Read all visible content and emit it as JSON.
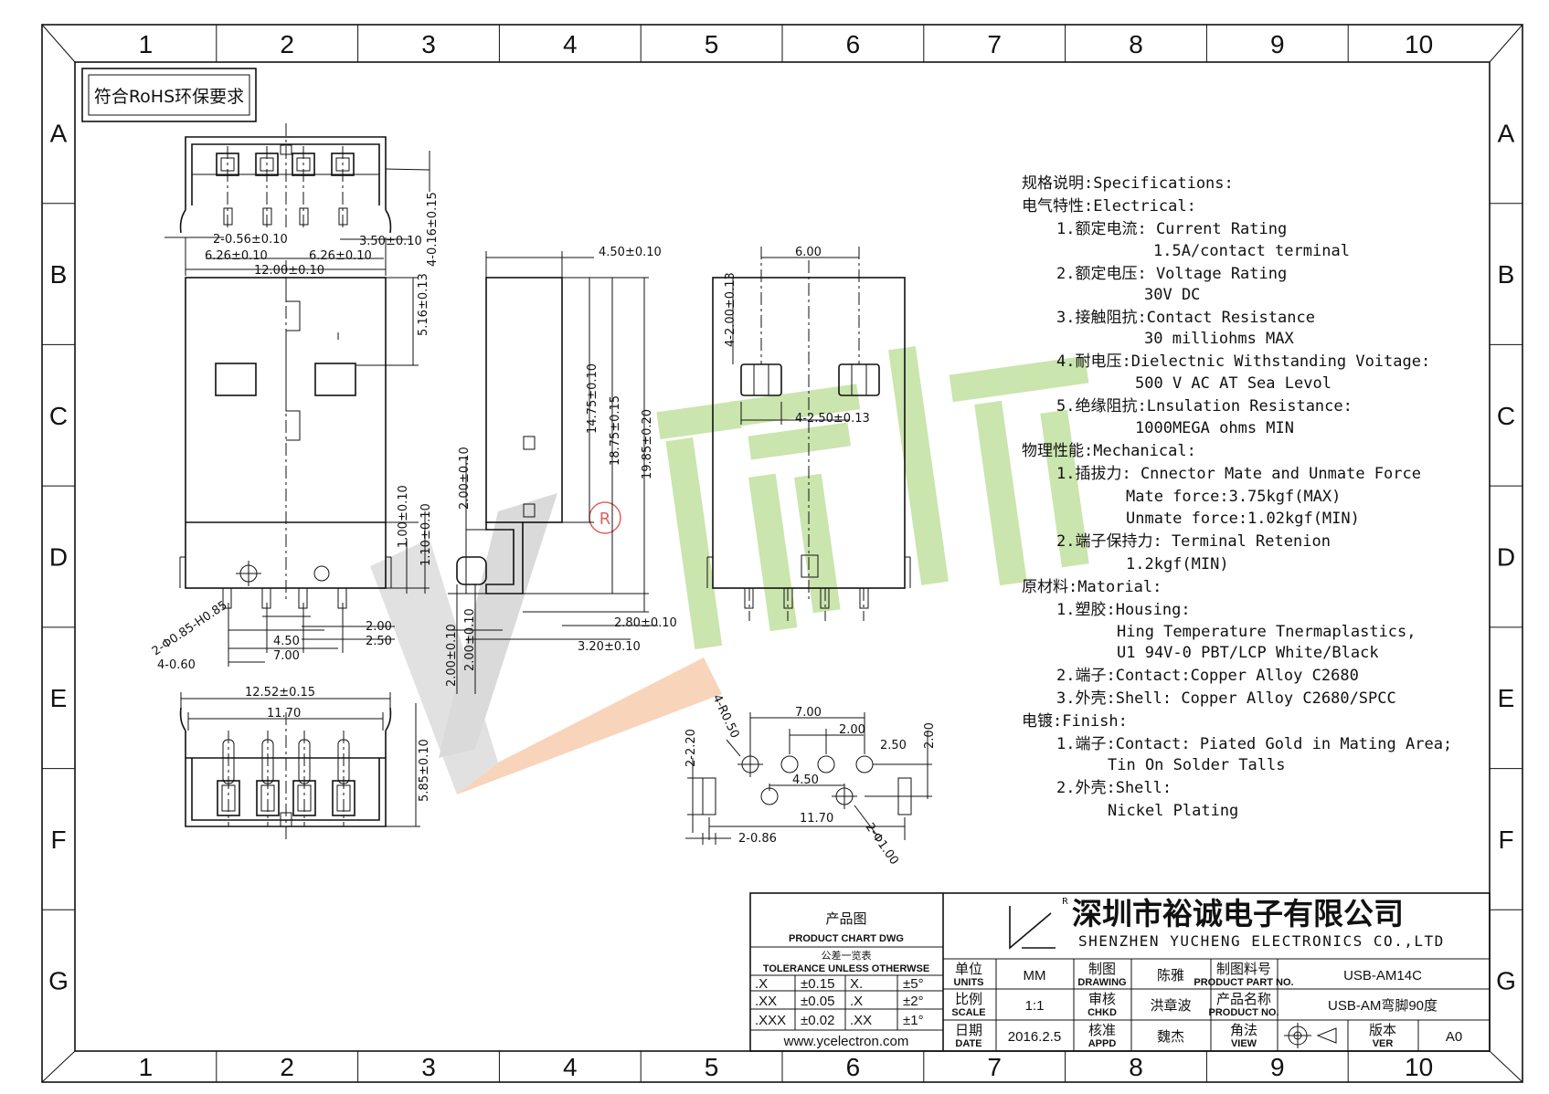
{
  "border": {
    "columns": [
      "1",
      "2",
      "3",
      "4",
      "5",
      "6",
      "7",
      "8",
      "9",
      "10"
    ],
    "rows": [
      "A",
      "B",
      "C",
      "D",
      "E",
      "F",
      "G"
    ]
  },
  "rohs_note": "符合RoHS环保要求",
  "dimensions": {
    "top_view": [
      "2-0.56±0.10",
      "6.26±0.10",
      "6.26±0.10",
      "3.50±0.10",
      "12.00±0.10",
      "4-0.16±0.15"
    ],
    "front_view": [
      "5.16±0.13",
      "1.00±0.10",
      "1.10±0.10",
      "2.00",
      "2.50",
      "4.50",
      "7.00",
      "4-0.60",
      "2-Φ0.85-H0.85"
    ],
    "side_view": [
      "4.50±0.10",
      "14.75±0.10",
      "18.75±0.15",
      "19.85±0.20",
      "2.00±0.10",
      "2.80±0.10",
      "3.20±0.10",
      "2.00±0.10",
      "2.00±0.10"
    ],
    "rear_view": [
      "6.00",
      "4-2.00±0.13",
      "4-2.50±0.13"
    ],
    "bottom_view": [
      "12.52±0.15",
      "11.70",
      "5.85±0.10"
    ],
    "pcb_layout": [
      "4-R0.50",
      "7.00",
      "2.00",
      "2.50",
      "2.00",
      "2-2.20",
      "4.50",
      "11.70",
      "2-0.86",
      "2-Φ1.00"
    ]
  },
  "specifications": [
    "规格说明:Specifications:",
    "电气特性:Electrical:",
    "1.额定电流: Current Rating",
    "1.5A/contact terminal",
    "2.额定电压: Voltage Rating",
    "30V DC",
    "3.接触阻抗:Contact Resistance",
    "30 milliohms MAX",
    "4.耐电压:Dielectnic Withstanding Voitage:",
    "500 V AC AT Sea Levol",
    "5.绝缘阻抗:Lnsulation Resistance:",
    "1000MEGA ohms MIN",
    "物理性能:Mechanical:",
    "1.插拔力: Cnnector Mate and Unmate Force",
    "Mate force:3.75kgf(MAX)",
    "Unmate force:1.02kgf(MIN)",
    "2.端子保持力: Terminal Retenion",
    "1.2kgf(MIN)",
    "原材料:Matorial:",
    "1.塑胶:Housing:",
    "Hing Temperature  Tnermaplastics,",
    "U1 94V-0  PBT/LCP White/Black",
    "2.端子:Contact:Copper Alloy C2680",
    "3.外壳:Shell: Copper Alloy C2680/SPCC",
    "电镀:Finish:",
    "1.端子:Contact: Piated Gold in Mating Area;",
    "Tin On Solder Talls",
    "2.外壳:Shell:",
    "Nickel Plating"
  ],
  "title_block": {
    "chart_cn": "产品图",
    "chart_en": "PRODUCT CHART DWG",
    "tol_cn": "公差一览表",
    "tol_en": "TOLERANCE UNLESS OTHERWSE",
    "tolerances": [
      [
        ".X",
        "±0.15",
        "X.",
        "±5°"
      ],
      [
        ".XX",
        "±0.05",
        ".X",
        "±2°"
      ],
      [
        ".XXX",
        "±0.02",
        ".XX",
        "±1°"
      ]
    ],
    "website": "www.ycelectron.com",
    "company_cn": "深圳市裕诚电子有限公司",
    "company_en": "SHENZHEN YUCHENG ELECTRONICS CO.,LTD",
    "logo_mark": "R",
    "units_cn": "单位",
    "units_en": "UNITS",
    "units_val": "MM",
    "drawing_cn": "制图",
    "drawing_en": "DRAWING",
    "drawing_val": "陈雅",
    "part_no_cn": "制图料号",
    "part_no_en": "PRODUCT PART NO.",
    "part_no_val": "USB-AM14C",
    "scale_cn": "比例",
    "scale_en": "SCALE",
    "scale_val": "1:1",
    "chkd_cn": "审核",
    "chkd_en": "CHKD",
    "chkd_val": "洪章波",
    "product_name_cn": "产品名称",
    "product_name_en": "PRODUCT NO.",
    "product_name_val": "USB-AM弯脚90度",
    "date_cn": "日期",
    "date_en": "DATE",
    "date_val": "2016.2.5",
    "appd_cn": "核准",
    "appd_en": "APPD",
    "appd_val": "魏杰",
    "view_cn": "角法",
    "view_en": "VIEW",
    "ver_cn": "版本",
    "ver_en": "VER",
    "ver_val": "A0"
  },
  "colors": {
    "watermark_green": "#9fcf6b",
    "watermark_gray": "#c9c9c9",
    "watermark_orange": "#f2b183",
    "stamp_red": "#e06060"
  }
}
